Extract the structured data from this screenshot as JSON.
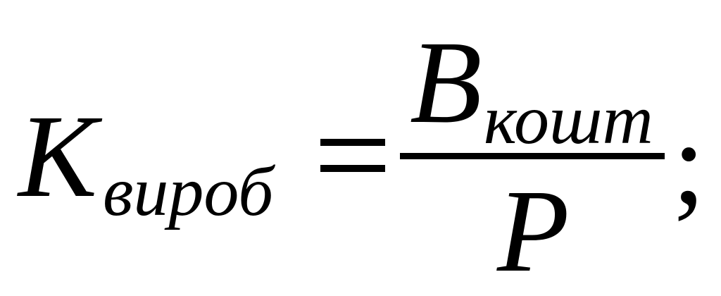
{
  "formula": {
    "lhs_symbol": "K",
    "lhs_subscript": "вироб",
    "equals_sign": "=",
    "numerator_symbol": "B",
    "numerator_subscript": "кошт",
    "denominator_symbol": "P",
    "terminator": ";"
  }
}
